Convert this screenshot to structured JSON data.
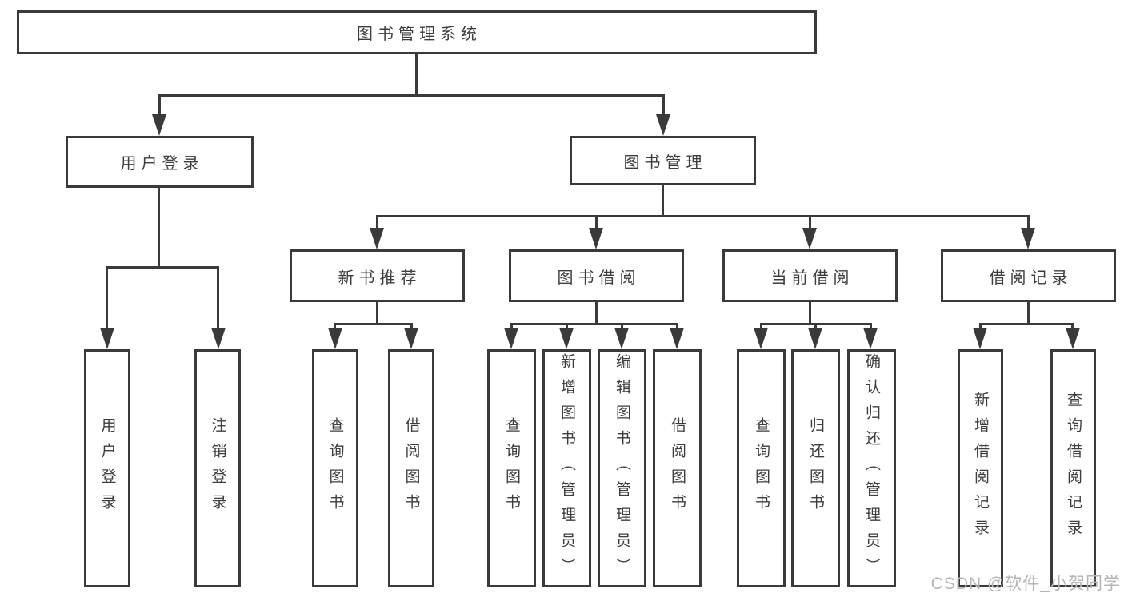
{
  "diagram": {
    "title": "图书管理系统",
    "level2": {
      "user": {
        "label": "用户登录",
        "children": [
          "用户登录",
          "注销登录"
        ]
      },
      "management": {
        "label": "图书管理",
        "children": {
          "recommend": {
            "label": "新书推荐",
            "children": [
              "查询图书",
              "借阅图书"
            ]
          },
          "borrow": {
            "label": "图书借阅",
            "children": [
              "查询图书",
              "新增图书（管理员）",
              "编辑图书（管理员）",
              "借阅图书"
            ]
          },
          "current": {
            "label": "当前借阅",
            "children": [
              "查询图书",
              "归还图书",
              "确认归还（管理员）"
            ]
          },
          "records": {
            "label": "借阅记录",
            "children": [
              "新增借阅记录",
              "查询借阅记录"
            ]
          }
        }
      }
    }
  },
  "watermark": {
    "text": "CSDN @软件_小贺同学"
  },
  "colors": {
    "line": "#3a3a3a",
    "text": "#3d3d3d",
    "watermark": "#b5b5b5",
    "background": "#ffffff"
  }
}
